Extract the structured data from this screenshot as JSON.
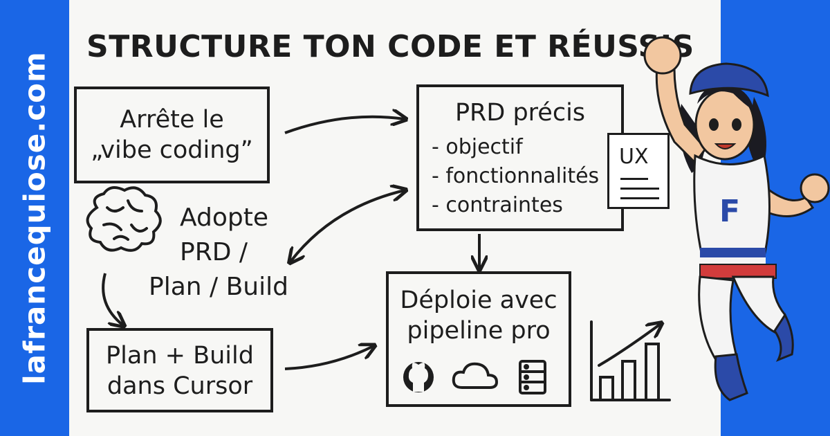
{
  "site": {
    "label": "lafrancequiose.com"
  },
  "title": "STRUCTURE TON CODE ET RÉUSSIS",
  "boxes": {
    "stop_vibe": {
      "line1": "Arrête le",
      "line2": "„vibe coding”"
    },
    "prd": {
      "heading": "PRD précis",
      "items": [
        "- objectif",
        "- fonctionnalités",
        "- contraintes"
      ]
    },
    "plan_build": {
      "line1": "Plan + Build",
      "line2": "dans Cursor"
    },
    "deploy": {
      "line1": "Déploie avec",
      "line2": "pipeline pro"
    }
  },
  "adopt": {
    "line1": "Adopte",
    "line2": "PRD /",
    "line3": "Plan / Build"
  },
  "doc": {
    "label": "UX"
  },
  "icons": [
    "brain-icon",
    "github-icon",
    "cloud-icon",
    "server-icon",
    "growth-chart-icon",
    "superhero-mascot"
  ],
  "mascot": {
    "shirt_letter": "F"
  },
  "colors": {
    "brand_blue": "#1a66e6",
    "ink": "#1d1d1d",
    "paper": "#f7f7f5",
    "beret": "#2b4aa8",
    "flag_red": "#d23c3c"
  }
}
